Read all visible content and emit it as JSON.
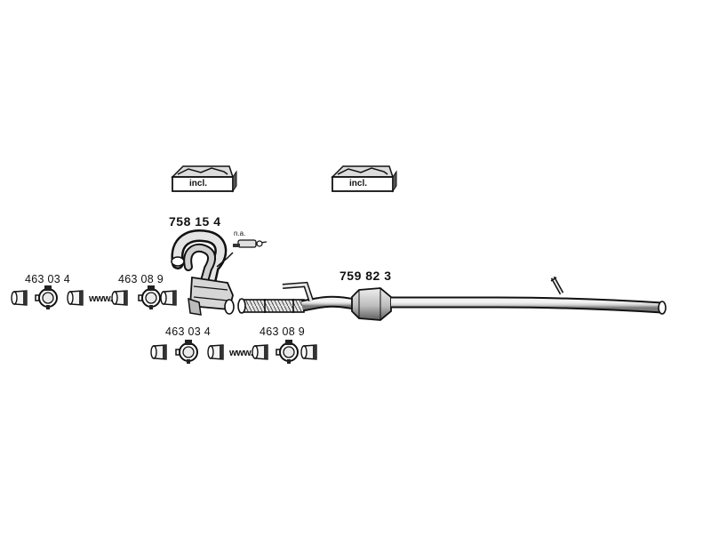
{
  "kits": [
    {
      "label": "incl."
    },
    {
      "label": "incl."
    }
  ],
  "parts": {
    "manifold_pipe": "758 15 4",
    "main_assembly": "759 82 3",
    "clamp_set_upper_left": "463 03 4",
    "clamp_set_upper_right": "463 08 9",
    "clamp_set_lower_left": "463 03 4",
    "clamp_set_lower_right": "463 08 9"
  },
  "notes": {
    "sensor": "n.a.",
    "www_upper": "www.",
    "www_lower": "www."
  },
  "colors": {
    "ink": "#111111",
    "pipe_fill": "#d8d8d8",
    "pipe_shade": "#9a9a9a"
  }
}
